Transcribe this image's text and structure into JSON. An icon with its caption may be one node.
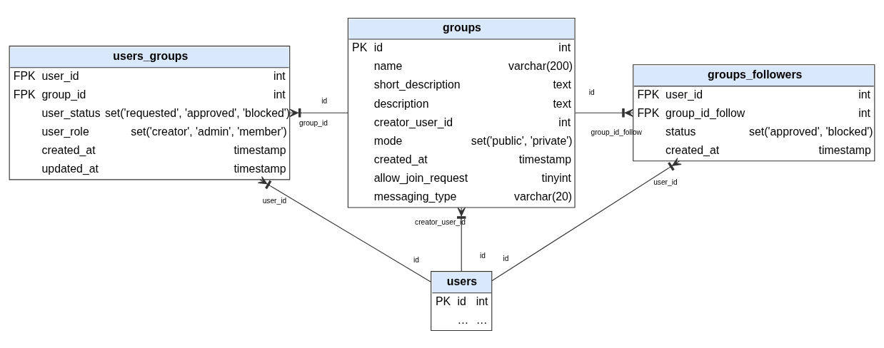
{
  "diagram": {
    "nodes": [
      {
        "text": [
          "users_groups",
          "FPK",
          "user_id",
          "int",
          "FPK",
          "group_id",
          "int",
          "user_status",
          "set('requested', 'approved', 'blocked')",
          "user_role",
          "set('creator', 'admin', 'member')",
          "created_at",
          "timestamp",
          "updated_at",
          "timestamp"
        ]
      },
      {
        "text": [
          "groups",
          "PK",
          "id",
          "int",
          "name",
          "varchar(200)",
          "short_description",
          "text",
          "description",
          "text",
          "creator_user_id",
          "int",
          "mode",
          "set('public', 'private')",
          "created_at",
          "timestamp",
          "allow_join_request",
          "tinyint",
          "messaging_type",
          "varchar(20)"
        ]
      },
      {
        "text": [
          "groups_followers",
          "FPK",
          "user_id",
          "int",
          "FPK",
          "group_id_follow",
          "int",
          "status",
          "set('approved', 'blocked')",
          "created_at",
          "timestamp"
        ]
      },
      {
        "text": [
          "users",
          "PK",
          "id",
          "int",
          "…",
          "…"
        ]
      }
    ],
    "edges": [
      {
        "from": 0,
        "to": 1,
        "arrow": "other"
      },
      {
        "from": 2,
        "to": 1,
        "arrow": "other"
      },
      {
        "from": 2,
        "to": 3,
        "arrow": "other"
      },
      {
        "from": 0,
        "to": 3,
        "arrow": "other"
      },
      {
        "from": 1,
        "to": 3,
        "arrow": "other"
      }
    ],
    "labels": [
      "group_id",
      "id",
      "id",
      "group_id_follow",
      "user_id",
      "user_id",
      "creator_user_id",
      "id",
      "id",
      "id"
    ]
  }
}
